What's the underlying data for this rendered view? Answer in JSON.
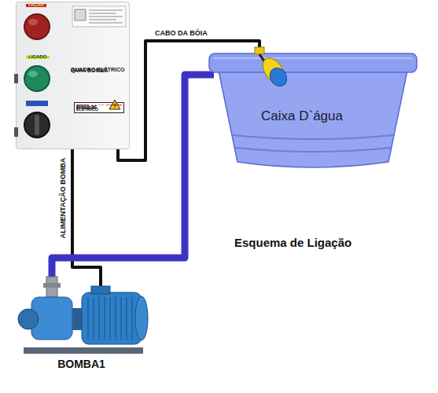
{
  "diagram": {
    "nodes": [
      {
        "text": [
          "QUADRO ELÉTRICO PARA BOMBA"
        ]
      },
      {
        "text": [
          "FALHA"
        ],
        "in": 0
      },
      {
        "text": [
          "LIGADO"
        ],
        "in": 0
      },
      {
        "text": [
          "PERIGO",
          "RISCO DE CHOQUE ELÉTRICO"
        ],
        "in": 0
      },
      {
        "text": [
          "Caixa D`água"
        ]
      },
      {
        "text": [
          "BOMBA1"
        ]
      }
    ],
    "edges": [
      {
        "from": 0,
        "to": 4,
        "label": "CABO DA BÓIA",
        "arrow": "none"
      },
      {
        "from": 0,
        "to": 5,
        "label": "ALIMENTAÇÃO BOMBA",
        "arrow": "none"
      },
      {
        "from": 5,
        "to": 4,
        "arrow": "none"
      }
    ],
    "labels": [
      "Esquema de Ligação"
    ]
  }
}
